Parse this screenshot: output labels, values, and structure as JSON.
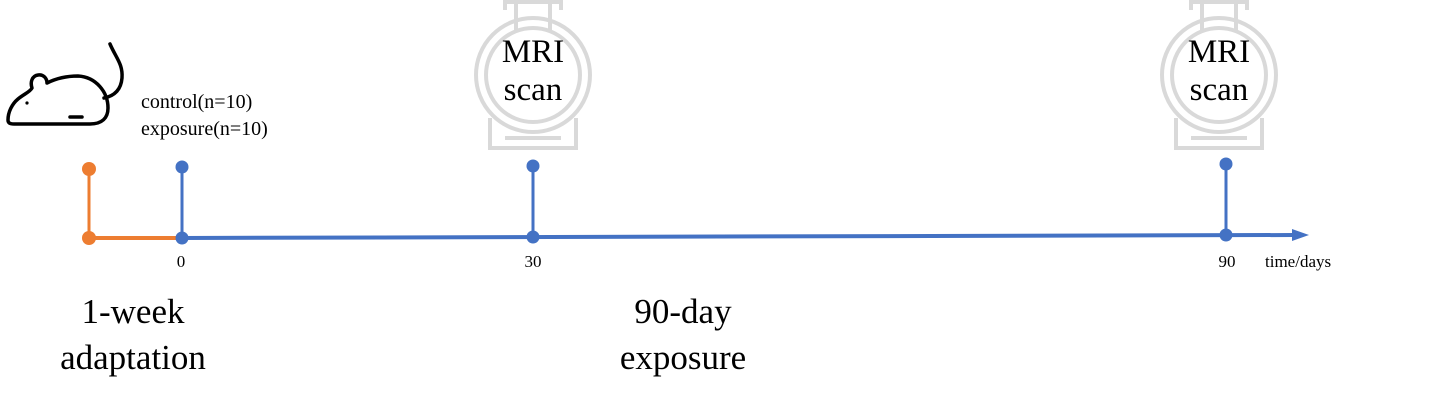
{
  "groups": {
    "control": "control(n=10)",
    "exposure": "exposure(n=10)"
  },
  "timeline": {
    "ticks": [
      "0",
      "30",
      "90"
    ],
    "axis_label": "time/days"
  },
  "events": {
    "first_scan": [
      "MRI",
      "scan"
    ],
    "second_scan": [
      "MRI",
      "scan"
    ]
  },
  "phases": {
    "adaptation": [
      "1-week",
      "adaptation"
    ],
    "exposure": [
      "90-day",
      "exposure"
    ]
  },
  "icons": {
    "subject": "mouse-icon",
    "scanner": "mri-scanner-icon"
  },
  "colors": {
    "adaptation": "#ED7D31",
    "exposure": "#4472C4",
    "scanner": "#D9D9D9",
    "text": "#000000"
  }
}
